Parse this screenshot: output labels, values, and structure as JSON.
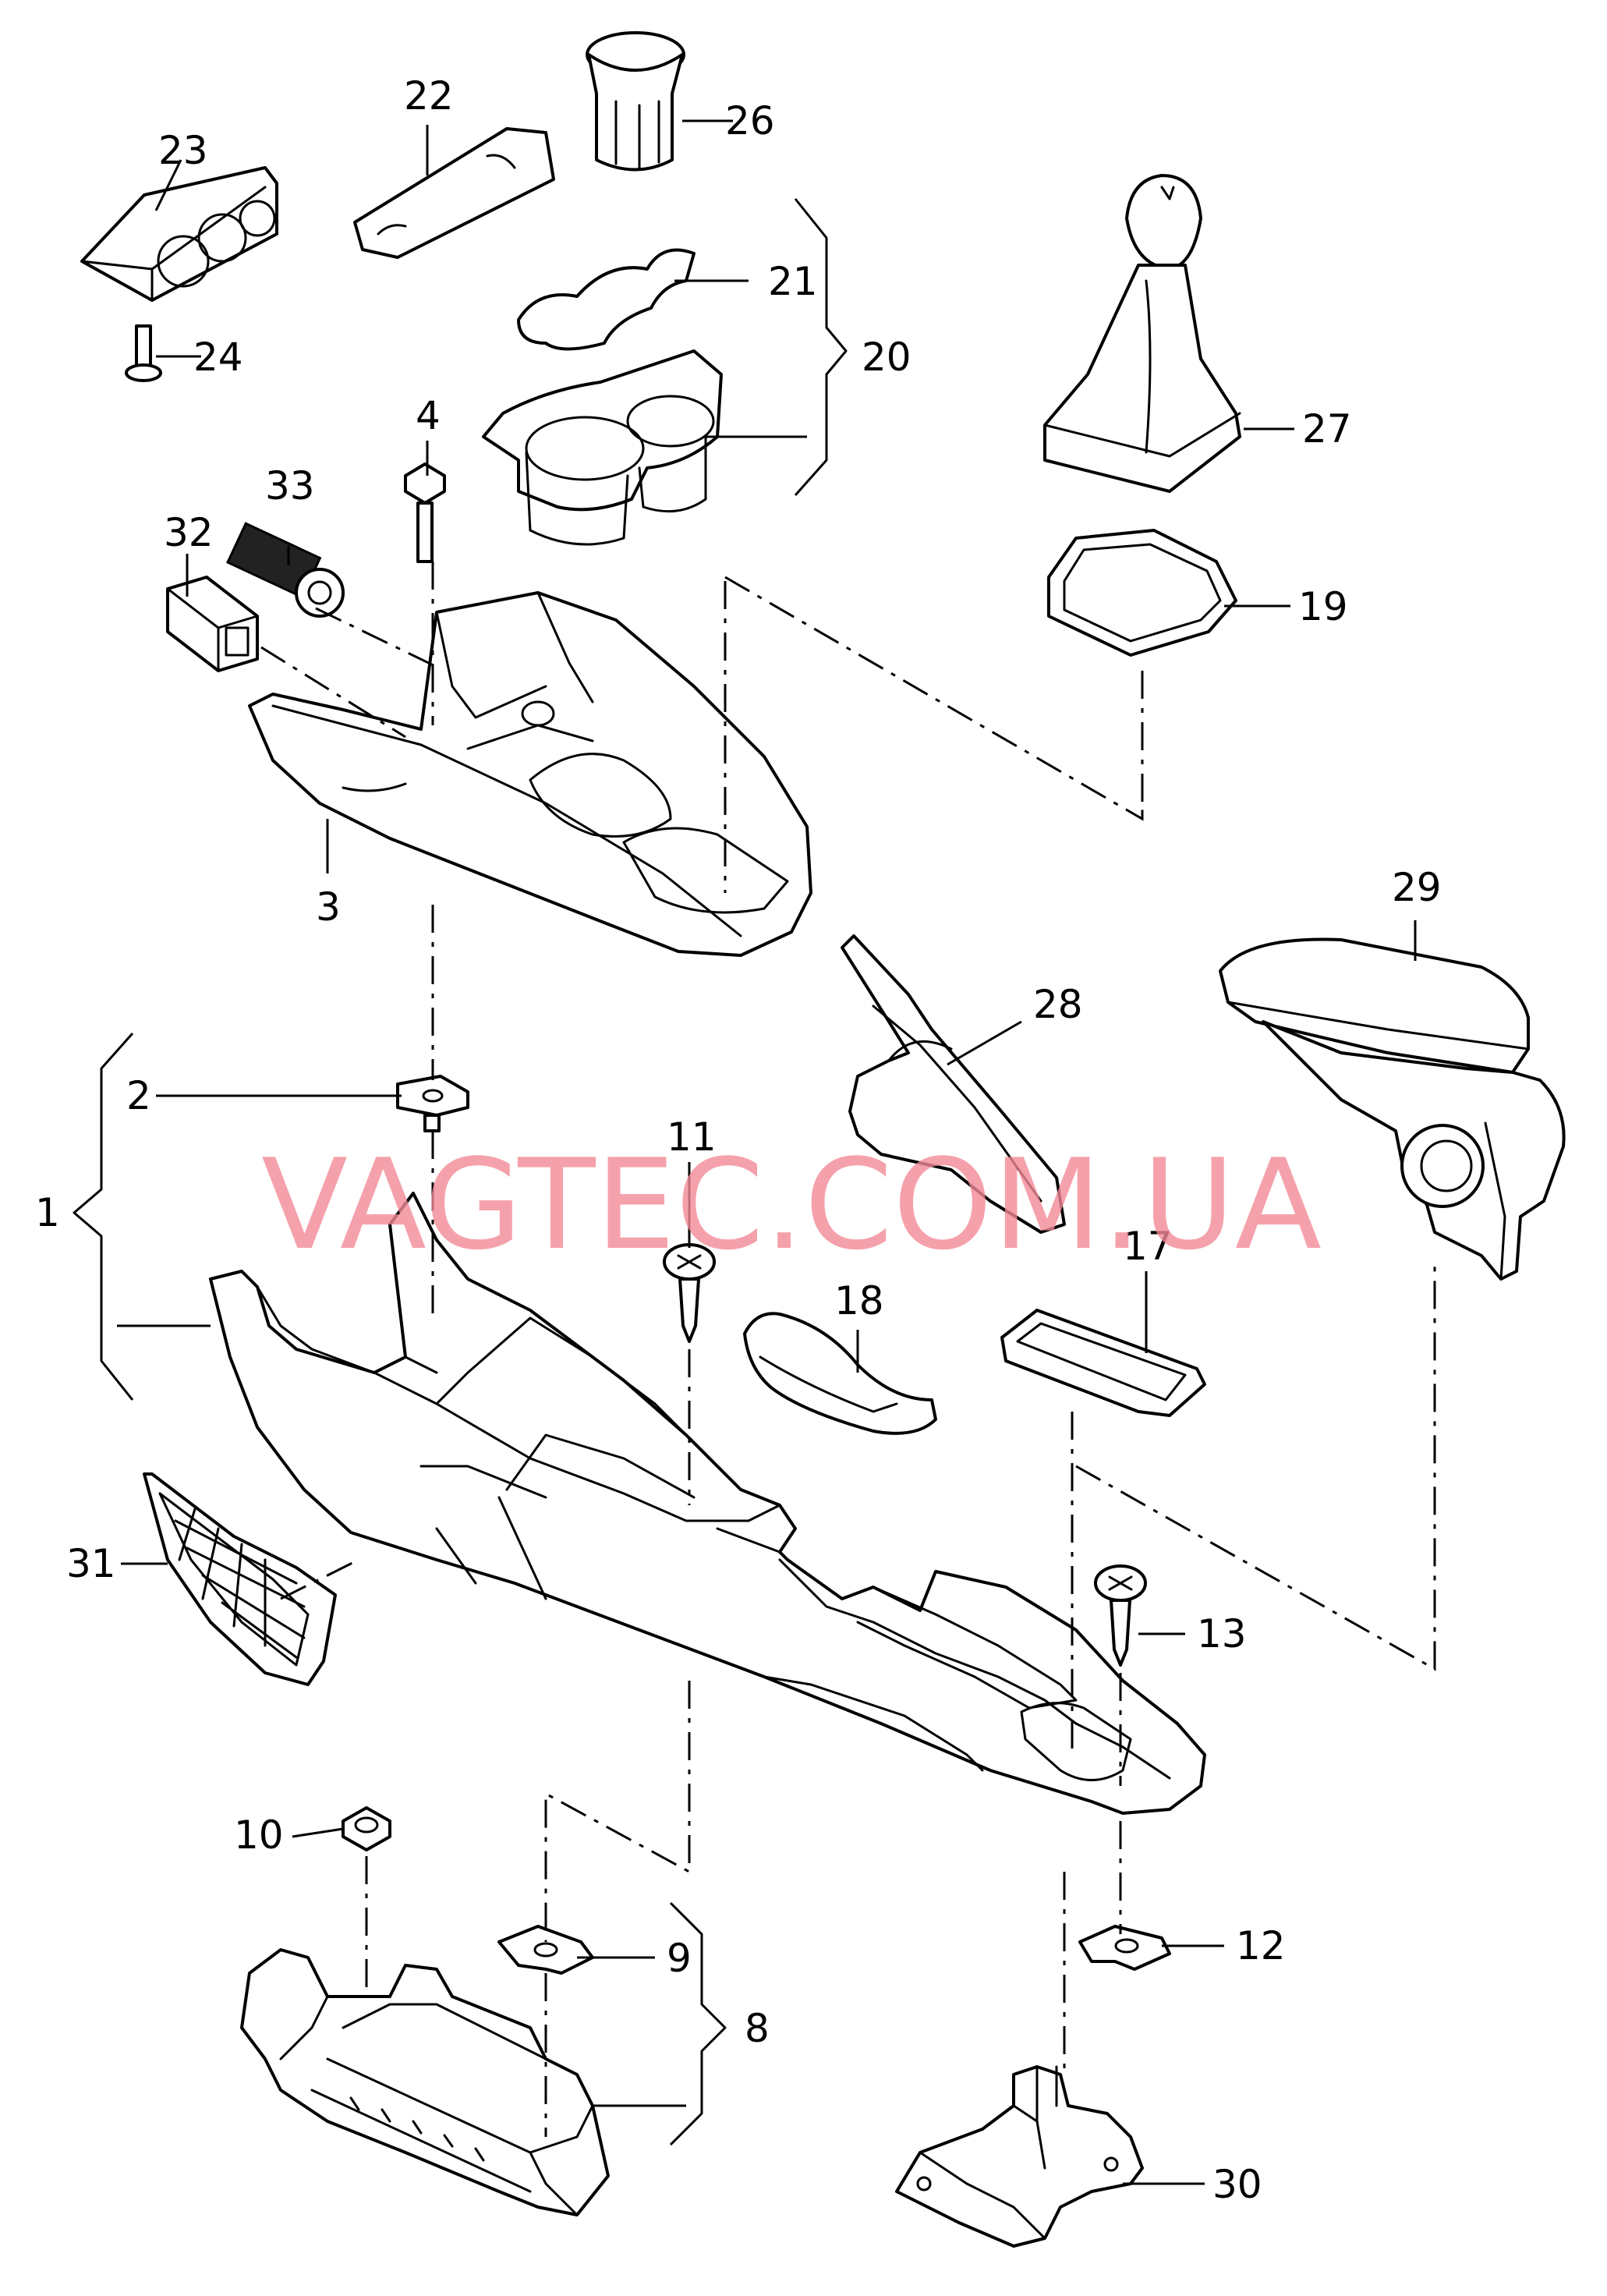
{
  "watermark": "VAGTEC.COM.UA",
  "labels": {
    "p1": "1",
    "p2": "2",
    "p3": "3",
    "p4": "4",
    "p8": "8",
    "p9": "9",
    "p10": "10",
    "p11": "11",
    "p12": "12",
    "p13": "13",
    "p17": "17",
    "p18": "18",
    "p19": "19",
    "p20": "20",
    "p21": "21",
    "p22": "22",
    "p23": "23",
    "p24": "24",
    "p26": "26",
    "p27": "27",
    "p28": "28",
    "p29": "29",
    "p30": "30",
    "p31": "31",
    "p32": "32",
    "p33": "33"
  },
  "colors": {
    "line": "#000000",
    "watermark": "#f28a96"
  }
}
